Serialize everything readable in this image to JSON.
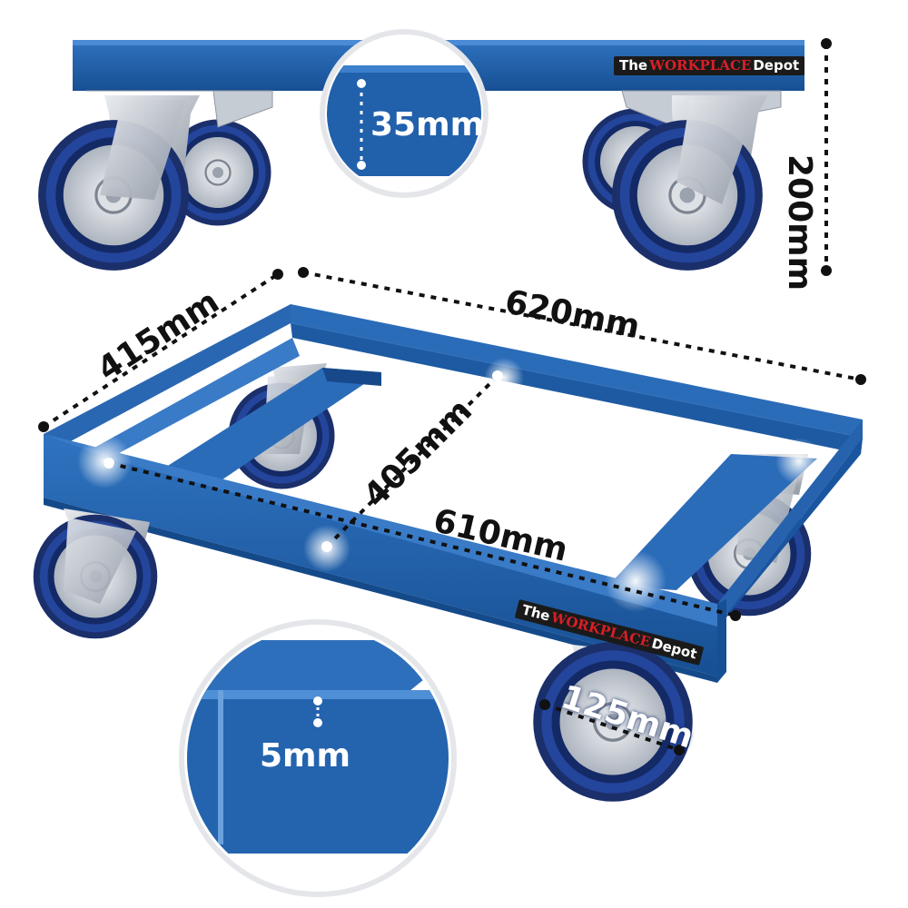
{
  "brand": {
    "the": "The",
    "mid": "WORKPLACE",
    "end": "Depot"
  },
  "dimensions": {
    "height": "200mm",
    "frame_depth": "35mm",
    "outer_length": "620mm",
    "outer_width": "415mm",
    "inner_width": "405mm",
    "inner_length": "610mm",
    "wheel_diameter": "125mm",
    "wall_thickness": "5mm"
  },
  "colors": {
    "frame_blue": "#1f5ea8",
    "wheel_blue": "#1f3d8a",
    "hub_grey": "#c9ced6",
    "brand_red": "#d81f26",
    "dark": "#1a1a1a"
  }
}
